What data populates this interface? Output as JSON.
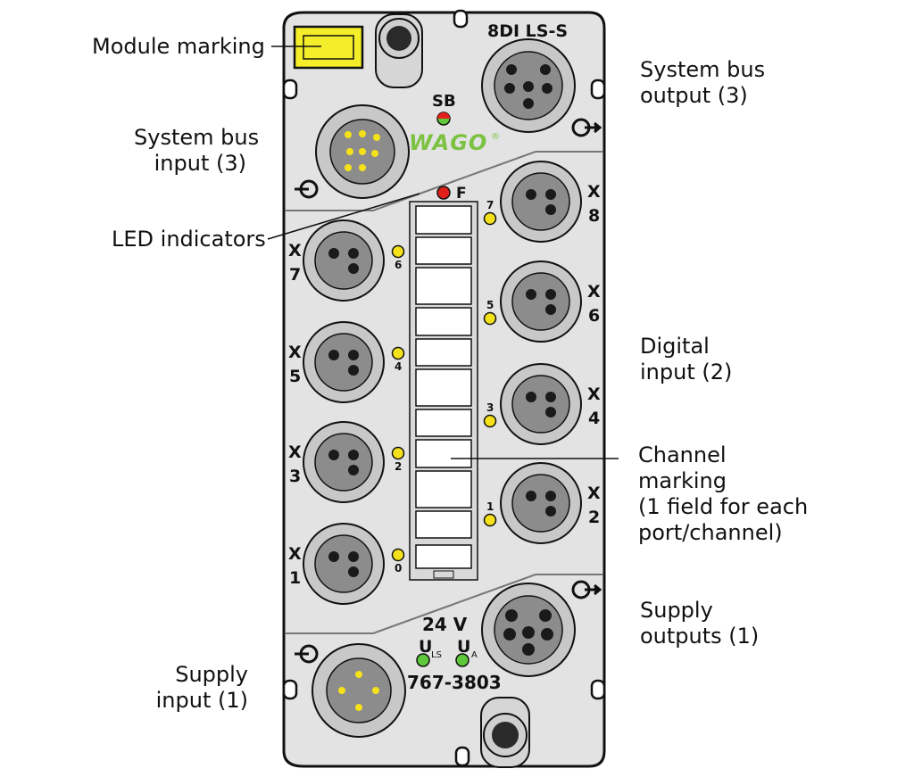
{
  "module": {
    "name": "8DI LS-S",
    "article_number": "767-3803",
    "voltage_label": "24 V",
    "brand_logo": "WAGO",
    "brand_registered_mark": "®",
    "led_sb_label": "SB",
    "led_f_label": "F",
    "led_uls_letter": "U",
    "led_uls_sub": "LS",
    "led_ua_letter": "U",
    "led_ua_sub": "A"
  },
  "ports": {
    "left": [
      {
        "letter": "X",
        "number": "7",
        "led_label": "6"
      },
      {
        "letter": "X",
        "number": "5",
        "led_label": "4"
      },
      {
        "letter": "X",
        "number": "3",
        "led_label": "2"
      },
      {
        "letter": "X",
        "number": "1",
        "led_label": "0"
      }
    ],
    "right": [
      {
        "letter": "X",
        "number": "8",
        "led_label": "7"
      },
      {
        "letter": "X",
        "number": "6",
        "led_label": "5"
      },
      {
        "letter": "X",
        "number": "4",
        "led_label": "3"
      },
      {
        "letter": "X",
        "number": "2",
        "led_label": "1"
      }
    ]
  },
  "callouts": {
    "module_marking": "Module marking",
    "system_bus_input_1": "System bus",
    "system_bus_input_2": "input (3)",
    "led_indicators": "LED indicators",
    "supply_input_1": "Supply",
    "supply_input_2": "input (1)",
    "system_bus_output_1": "System bus",
    "system_bus_output_2": "output (3)",
    "digital_input_1": "Digital",
    "digital_input_2": "input (2)",
    "channel_marking_1": "Channel",
    "channel_marking_2": "marking",
    "channel_marking_3": "(1 field for each",
    "channel_marking_4": "port/channel)",
    "supply_outputs_1": "Supply",
    "supply_outputs_2": "outputs (1)"
  },
  "colors": {
    "housing": "#e3e3e3",
    "outline": "#111111",
    "connector_ring": "#c8c8c8",
    "connector_face": "#8c8c8c",
    "led_yellow": "#f5e11a",
    "led_red": "#e0201a",
    "led_green": "#5ec83a",
    "wago_green": "#7cc242",
    "module_marking": "#f4ee2a"
  }
}
